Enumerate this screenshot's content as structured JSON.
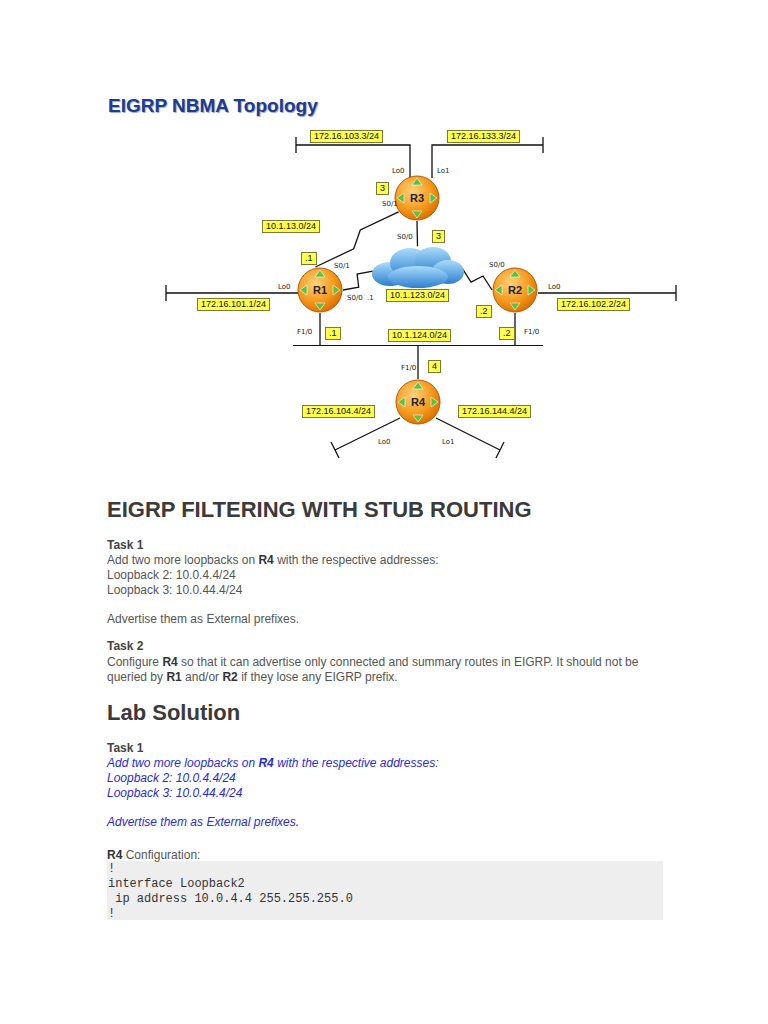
{
  "diagram": {
    "title": "EIGRP NBMA Topology",
    "nodes": [
      {
        "text": [
          "R3"
        ]
      },
      {
        "text": [
          "R1"
        ]
      },
      {
        "text": [
          "10.1.123.0/24"
        ]
      },
      {
        "text": [
          "R2"
        ]
      },
      {
        "text": [
          "10.1.124.0/24"
        ]
      },
      {
        "text": [
          "R4"
        ]
      }
    ],
    "edges": [
      {
        "from": 1,
        "to": 0,
        "arrow": "none"
      },
      {
        "from": 1,
        "to": 2,
        "arrow": "none"
      },
      {
        "from": 3,
        "to": 2,
        "arrow": "none"
      },
      {
        "from": 0,
        "to": 2,
        "arrow": "none"
      },
      {
        "from": 1,
        "to": 4,
        "arrow": "none"
      },
      {
        "from": 3,
        "to": 4,
        "arrow": "none"
      },
      {
        "from": 5,
        "to": 4,
        "arrow": "none"
      }
    ],
    "labels": [
      "172.16.103.3/24",
      "172.16.133.3/24",
      "Lo0",
      "Lo1",
      "3",
      "10.1.13.0/24",
      "S0/1",
      "S0/0",
      "3",
      ".1",
      "S0/1",
      "S0/0",
      "Lo0",
      "Lo0",
      "172.16.101.1/24",
      "S0/0",
      ".1",
      "172.16.102.2/24",
      ".2",
      "F1/0",
      ".1",
      ".2",
      "F1/0",
      "F1/0",
      "4",
      "172.16.104.4/24",
      "172.16.144.4/24",
      "Lo0",
      "Lo1",
      "EIGRP FILTERING WITH STUB ROUTING",
      "Task 1",
      "Add two more loopbacks on",
      "R4",
      "with the respective addresses:",
      "Loopback 2: 10.0.4.4/24",
      "Loopback 3: 10.0.44.4/24",
      "Advertise them as External prefixes.",
      "Task 2",
      "Configure",
      "R4",
      "so that it can advertise only connected and summary routes in EIGRP. It should not be queried by",
      "R1",
      "and/or",
      "R2",
      "if they lose any EIGRP prefix.",
      "Lab Solution",
      "Task 1",
      "Add two more loopbacks on",
      "R4",
      "with the respective addresses:",
      "Loopback 2: 10.0.4.4/24",
      "Loopback 3: 10.0.44.4/24",
      "Advertise them as External prefixes.",
      "R4",
      "Configuration:",
      "!",
      "interface Loopback2",
      " ip address 10.0.4.4 255.255.255.0",
      "!"
    ]
  }
}
